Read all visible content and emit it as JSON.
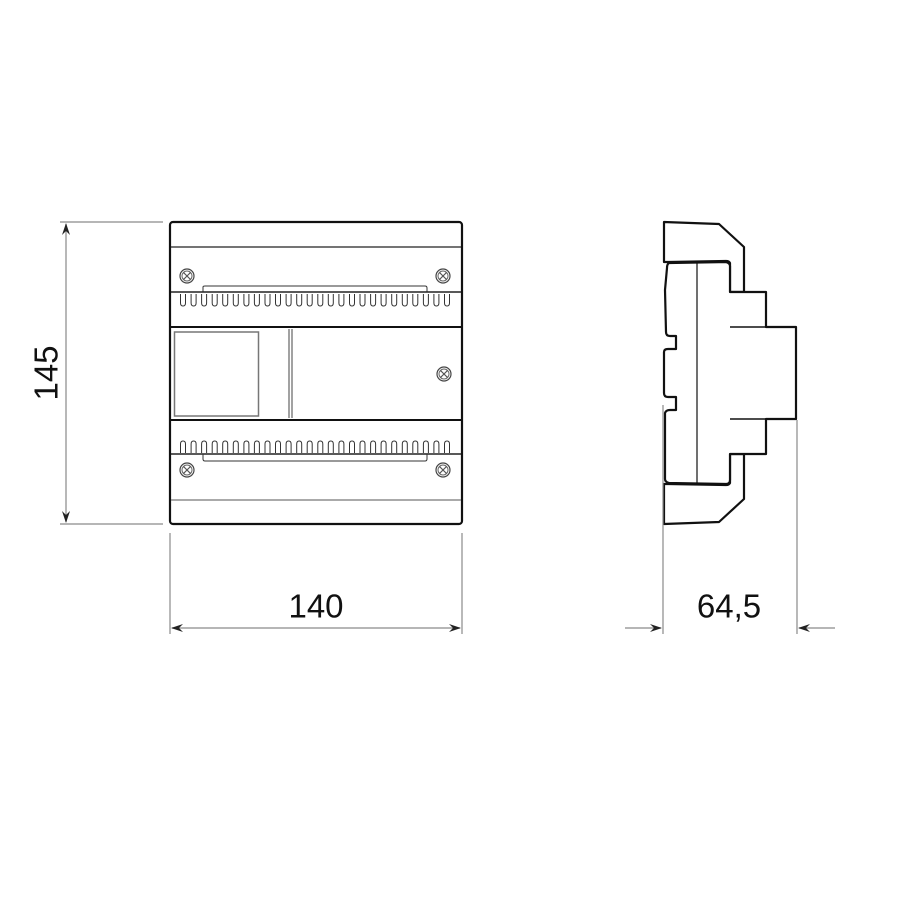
{
  "drawing": {
    "type": "dimensional technical drawing",
    "subject": "DIN-rail mounted enclosure module",
    "views": [
      "front-view",
      "side-view"
    ]
  },
  "dimensions": {
    "height": "145",
    "width": "140",
    "depth": "64,5"
  },
  "front_view": {
    "terminal_rows": 2,
    "terminals_per_row": 26,
    "screws": 5,
    "window": "label window"
  },
  "colors": {
    "outline": "#111111",
    "dimension_line": "#8a8a8a",
    "background": "#ffffff"
  }
}
